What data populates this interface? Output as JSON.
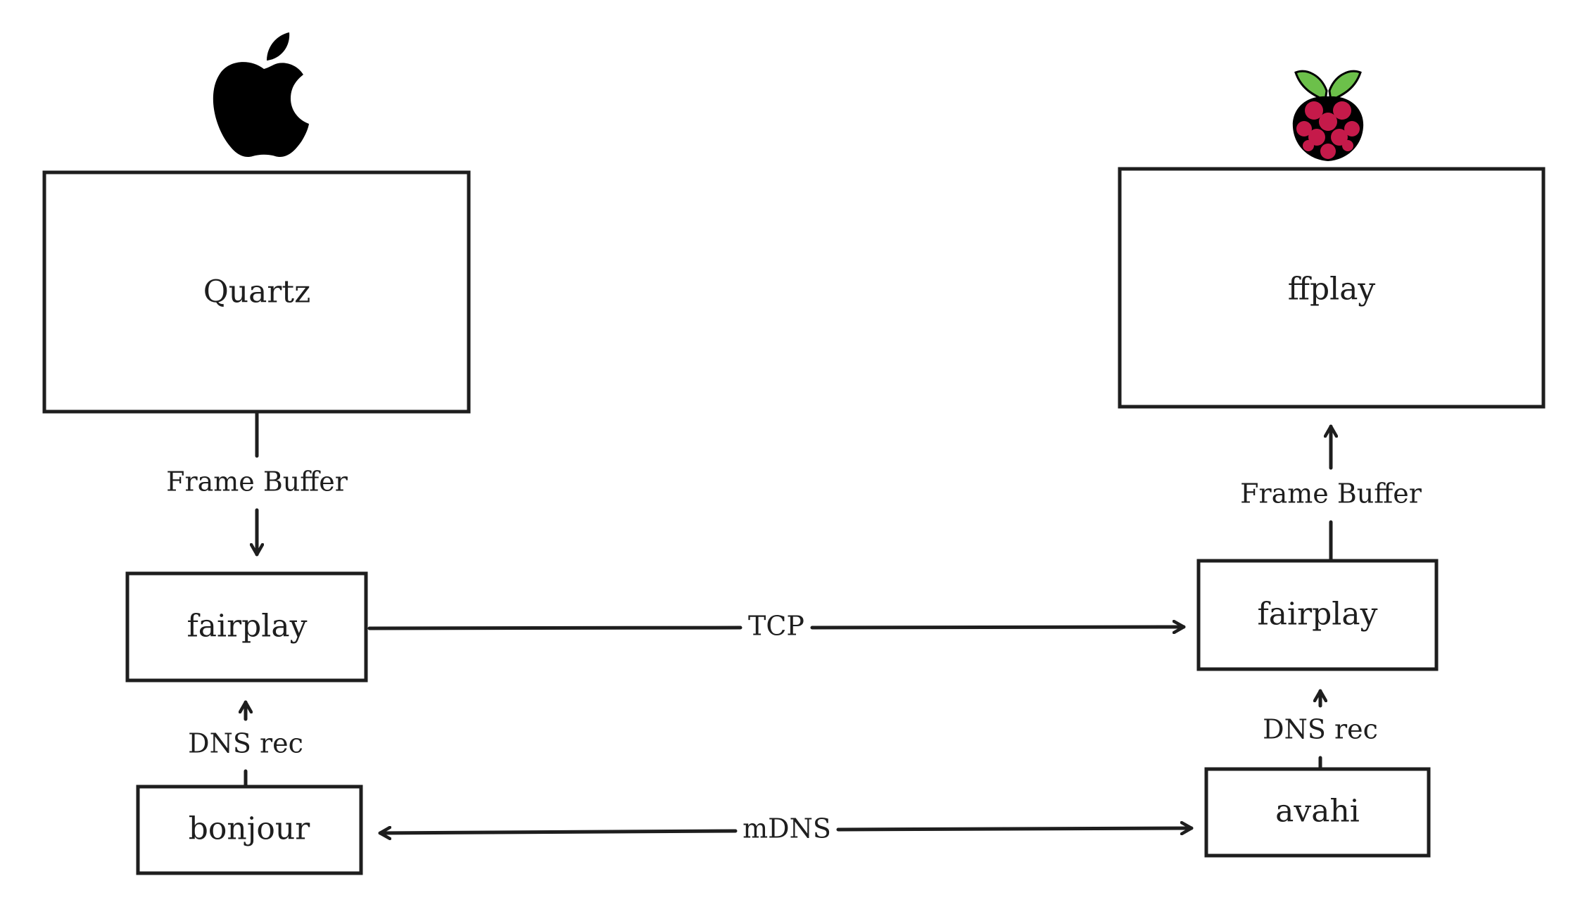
{
  "nodes": {
    "quartz": {
      "label": "Quartz"
    },
    "ffplay": {
      "label": "ffplay"
    },
    "fairplay_mac": {
      "label": "fairplay"
    },
    "fairplay_pi": {
      "label": "fairplay"
    },
    "bonjour": {
      "label": "bonjour"
    },
    "avahi": {
      "label": "avahi"
    }
  },
  "edges": {
    "mac_frame_buffer": {
      "label": "Frame Buffer"
    },
    "pi_frame_buffer": {
      "label": "Frame Buffer"
    },
    "tcp": {
      "label": "TCP"
    },
    "mac_dns_rec": {
      "label": "DNS rec"
    },
    "pi_dns_rec": {
      "label": "DNS rec"
    },
    "mdns": {
      "label": "mDNS"
    }
  },
  "icons": {
    "mac": "apple-logo-icon",
    "pi": "raspberry-pi-logo-icon"
  },
  "colors": {
    "stroke": "#1e1e1e",
    "raspberry_red": "#c51a4a",
    "raspberry_leaf": "#6cc04a"
  }
}
